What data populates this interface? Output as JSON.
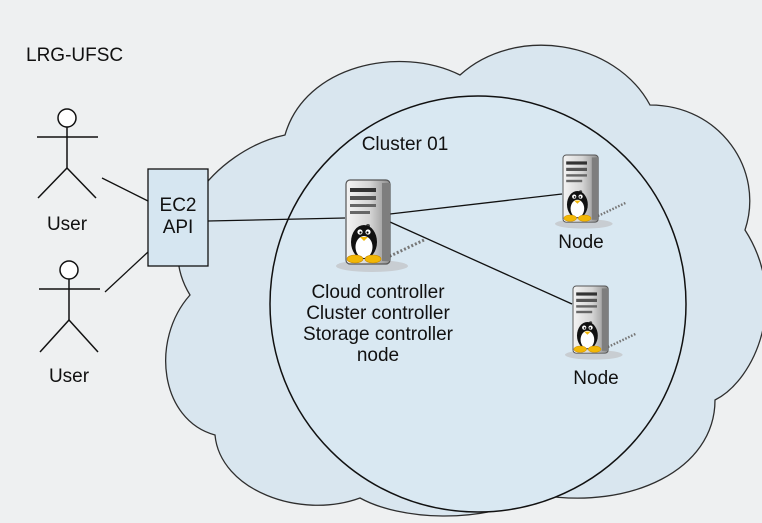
{
  "header": {
    "org_label": "LRG-UFSC"
  },
  "users": [
    {
      "label": "User"
    },
    {
      "label": "User"
    }
  ],
  "api_box": {
    "line1": "EC2",
    "line2": "API"
  },
  "cluster": {
    "title": "Cluster 01",
    "main_server": {
      "roles": [
        "Cloud controller",
        "Cluster controller",
        "Storage controller",
        "node"
      ]
    },
    "nodes": [
      {
        "label": "Node"
      },
      {
        "label": "Node"
      }
    ]
  },
  "colors": {
    "background": "#eef0f1",
    "cloud_fill": "#d9e6ef",
    "cluster_fill": "#d9e8f2",
    "api_box_fill": "#d6e6f1",
    "stroke": "#111111"
  }
}
